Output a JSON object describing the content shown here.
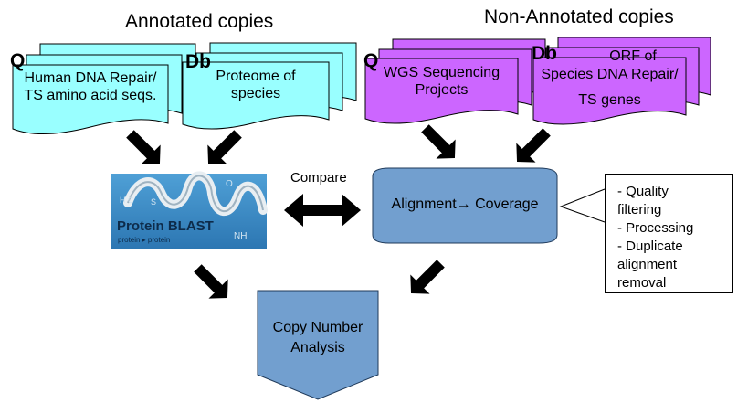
{
  "headings": {
    "annotated": "Annotated copies",
    "non_annotated": "Non-Annotated copies"
  },
  "inputs": [
    {
      "tag": "Q",
      "text": "Human DNA Repair/\nTS amino acid seqs.",
      "group": "annotated"
    },
    {
      "tag": "Db",
      "text": "Proteome of\nspecies",
      "group": "annotated"
    },
    {
      "tag": "Q",
      "text": "WGS Sequencing\nProjects",
      "group": "non_annotated"
    },
    {
      "tag": "Db",
      "text_line1": "ORF of",
      "text_line2": "Species DNA Repair/",
      "text_line3": "TS genes",
      "group": "non_annotated"
    }
  ],
  "blast": {
    "brand": "Protein BLAST",
    "sub": "protein ▸ protein",
    "hc": "H C",
    "o": "O",
    "s": "S",
    "nh": "NH"
  },
  "compare_label": "Compare",
  "alignment": "Alignment→ Coverage",
  "notes": "- Quality\nfiltering\n- Processing\n- Duplicate\nalignment\nremoval",
  "output": "Copy Number\nAnalysis",
  "colors": {
    "annotated_fill": "#99ffff",
    "non_annotated_fill": "#cc66ff",
    "process_fill": "#729fcf",
    "blast_fill": "#3d8cc4"
  }
}
